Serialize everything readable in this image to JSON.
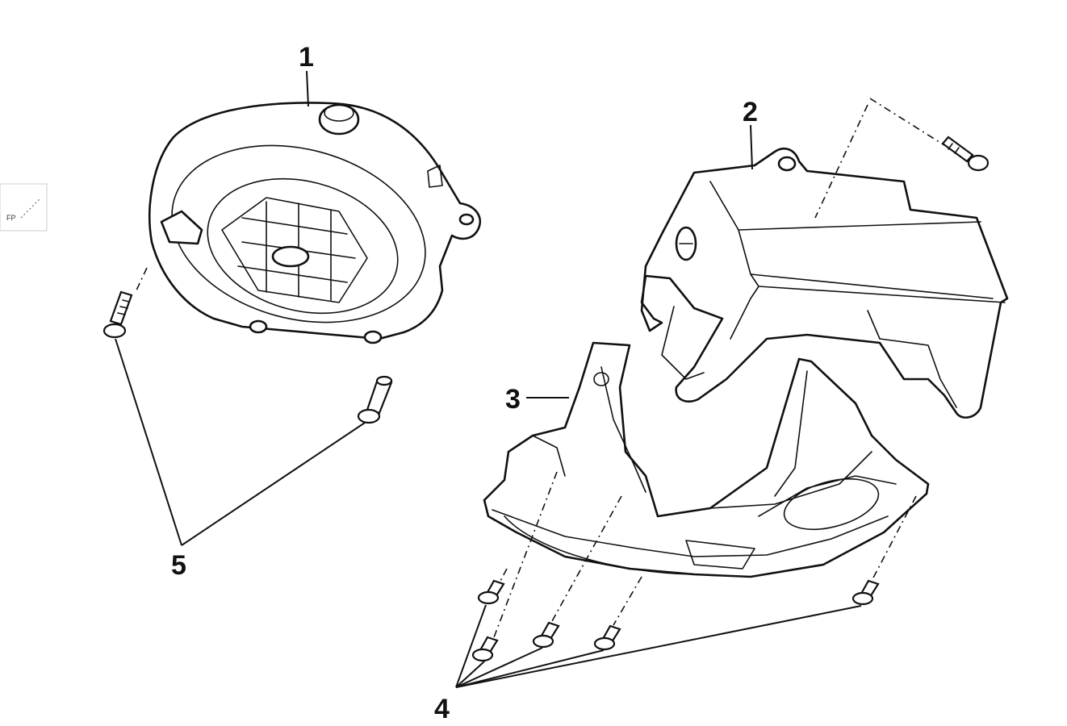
{
  "callouts": [
    {
      "id": "1",
      "label": "1"
    },
    {
      "id": "2",
      "label": "2"
    },
    {
      "id": "3",
      "label": "3"
    },
    {
      "id": "4",
      "label": "4"
    },
    {
      "id": "5",
      "label": "5"
    }
  ],
  "thumbnail": {
    "text": "FP"
  },
  "colors": {
    "line": "#111111",
    "background": "#ffffff"
  }
}
